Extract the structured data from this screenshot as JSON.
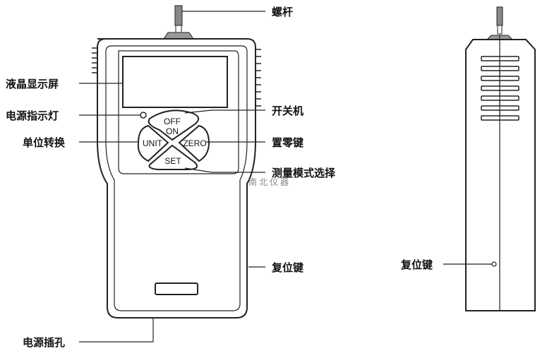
{
  "front_labels": {
    "screw_rod": "螺杆",
    "lcd_screen": "液晶显示屏",
    "power_indicator": "电源指示灯",
    "unit_switch": "单位转换",
    "power_switch": "开关机",
    "zero_key": "置零键",
    "mode_select": "测量模式选择",
    "reset_key": "复位键",
    "power_jack": "电源插孔"
  },
  "buttons": {
    "off": "OFF",
    "on": "ON",
    "unit": "UNIT",
    "zero": "ZERO",
    "set": "SET"
  },
  "side_labels": {
    "reset_key": "复位键"
  },
  "watermark": "南北仪器"
}
